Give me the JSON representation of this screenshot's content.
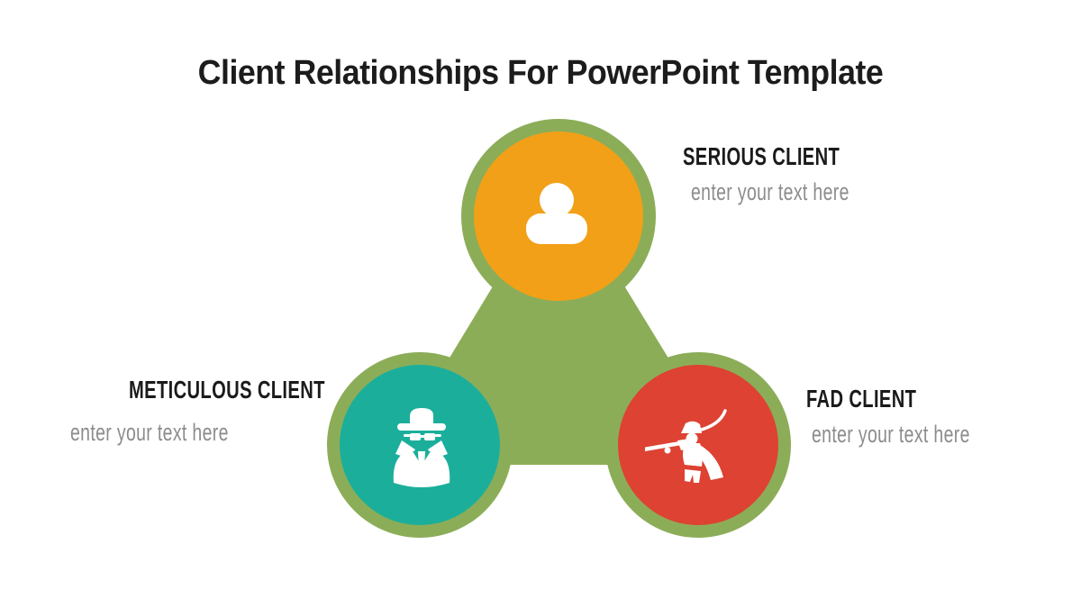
{
  "title": "Client Relationships For PowerPoint Template",
  "colors": {
    "background": "#FFFFFF",
    "connector_green": "#8CAD58",
    "icon_white": "#FFFFFF",
    "label_text": "#1B1B1B",
    "placeholder_text": "#8C8C8C"
  },
  "nodes": [
    {
      "name": "serious",
      "label": "SERIOUS CLIENT",
      "placeholder": "enter your text here",
      "color": "#F2A017",
      "icon": "person-icon"
    },
    {
      "name": "meticulous",
      "label": "METICULOUS CLIENT",
      "placeholder": "enter your text here",
      "color": "#1BAF9B",
      "icon": "spy-icon"
    },
    {
      "name": "fad",
      "label": "FAD CLIENT",
      "placeholder": "enter your text here",
      "color": "#DD4233",
      "icon": "soldier-icon"
    }
  ]
}
